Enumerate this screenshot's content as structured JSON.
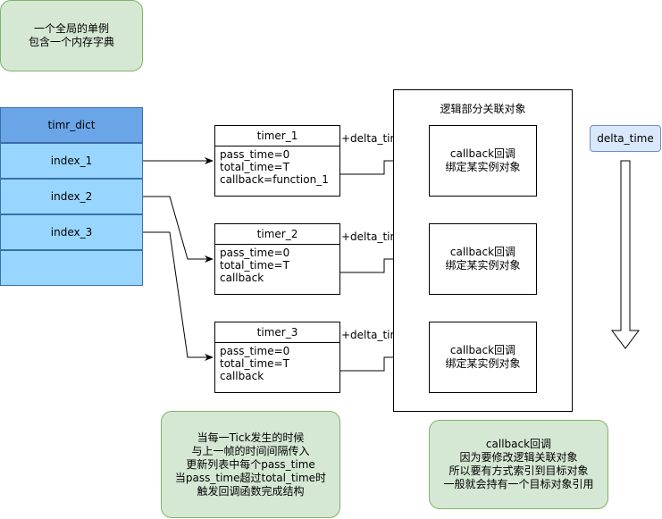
{
  "note_top": {
    "lines": [
      "一个全局的单例",
      "包含一个内存字典"
    ]
  },
  "dict": {
    "title": "timr_dict",
    "items": [
      "index_1",
      "index_2",
      "index_3",
      ""
    ]
  },
  "timers": [
    {
      "name": "timer_1",
      "fields": [
        "pass_time=0",
        "total_time=T",
        "callback=function_1"
      ],
      "delta_label": "+delta_time"
    },
    {
      "name": "timer_2",
      "fields": [
        "pass_time=0",
        "total_time=T",
        "callback"
      ],
      "delta_label": "+delta_time"
    },
    {
      "name": "timer_3",
      "fields": [
        "pass_time=0",
        "total_time=T",
        "callback"
      ],
      "delta_label": "+delta_time"
    }
  ],
  "logic_group": {
    "title": "逻辑部分关联对象",
    "callbacks": [
      [
        "callback回调",
        "绑定某实例对象"
      ],
      [
        "callback回调",
        "绑定某实例对象"
      ],
      [
        "callback回调",
        "绑定某实例对象"
      ]
    ]
  },
  "delta_time_box": "delta_time",
  "note_tick": {
    "lines": [
      "当每一Tick发生的时候",
      "与上一帧的时间间隔传入",
      "更新列表中每个pass_time",
      "当pass_time超过total_time时",
      "触发回调函数完成结构"
    ]
  },
  "note_callback": {
    "lines": [
      "callback回调",
      "因为要修改逻辑关联对象",
      "所以要有方式索引到目标对象",
      "一般就会持有一个目标对象引用"
    ]
  },
  "colors": {
    "note_fill": "#d5e8d4",
    "note_stroke": "#82b366",
    "dict_header": "#6aa5e8",
    "dict_cell": "#99d6ff",
    "delta_box_fill": "#dae8fc",
    "delta_box_stroke": "#6c8ebf"
  }
}
